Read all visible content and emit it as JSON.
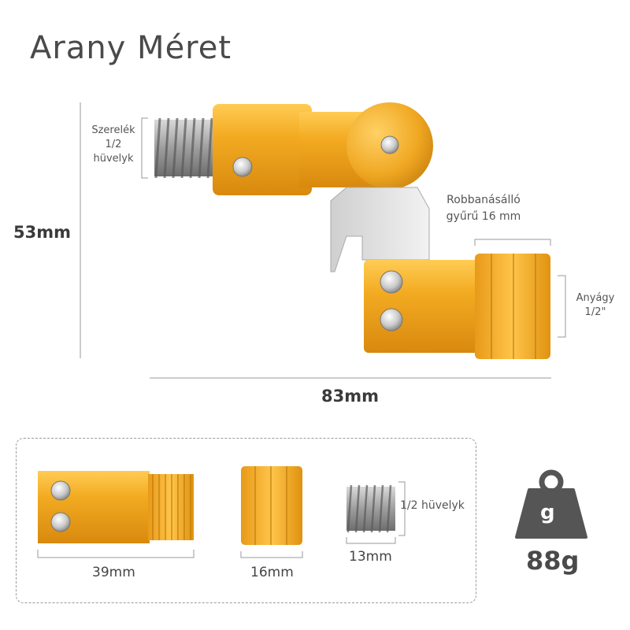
{
  "title": "Arany Méret",
  "dimensions": {
    "height": "53mm",
    "width": "83mm",
    "mount_label": [
      "Szerelék",
      "1/2",
      "hüvelyk"
    ],
    "ring_label": [
      "Robbanásálló",
      "gyűrű 16 mm"
    ],
    "nut_label": [
      "Anyágy",
      "1/2\""
    ]
  },
  "parts": {
    "part1": "39mm",
    "part2": "16mm",
    "part3": "13mm",
    "part3_side": "1/2 hüvelyk"
  },
  "weight": {
    "icon_letter": "g",
    "value": "88g"
  },
  "colors": {
    "gold": "#f0a823",
    "gold_dark": "#d68c12",
    "steel": "#9a9a9a"
  }
}
